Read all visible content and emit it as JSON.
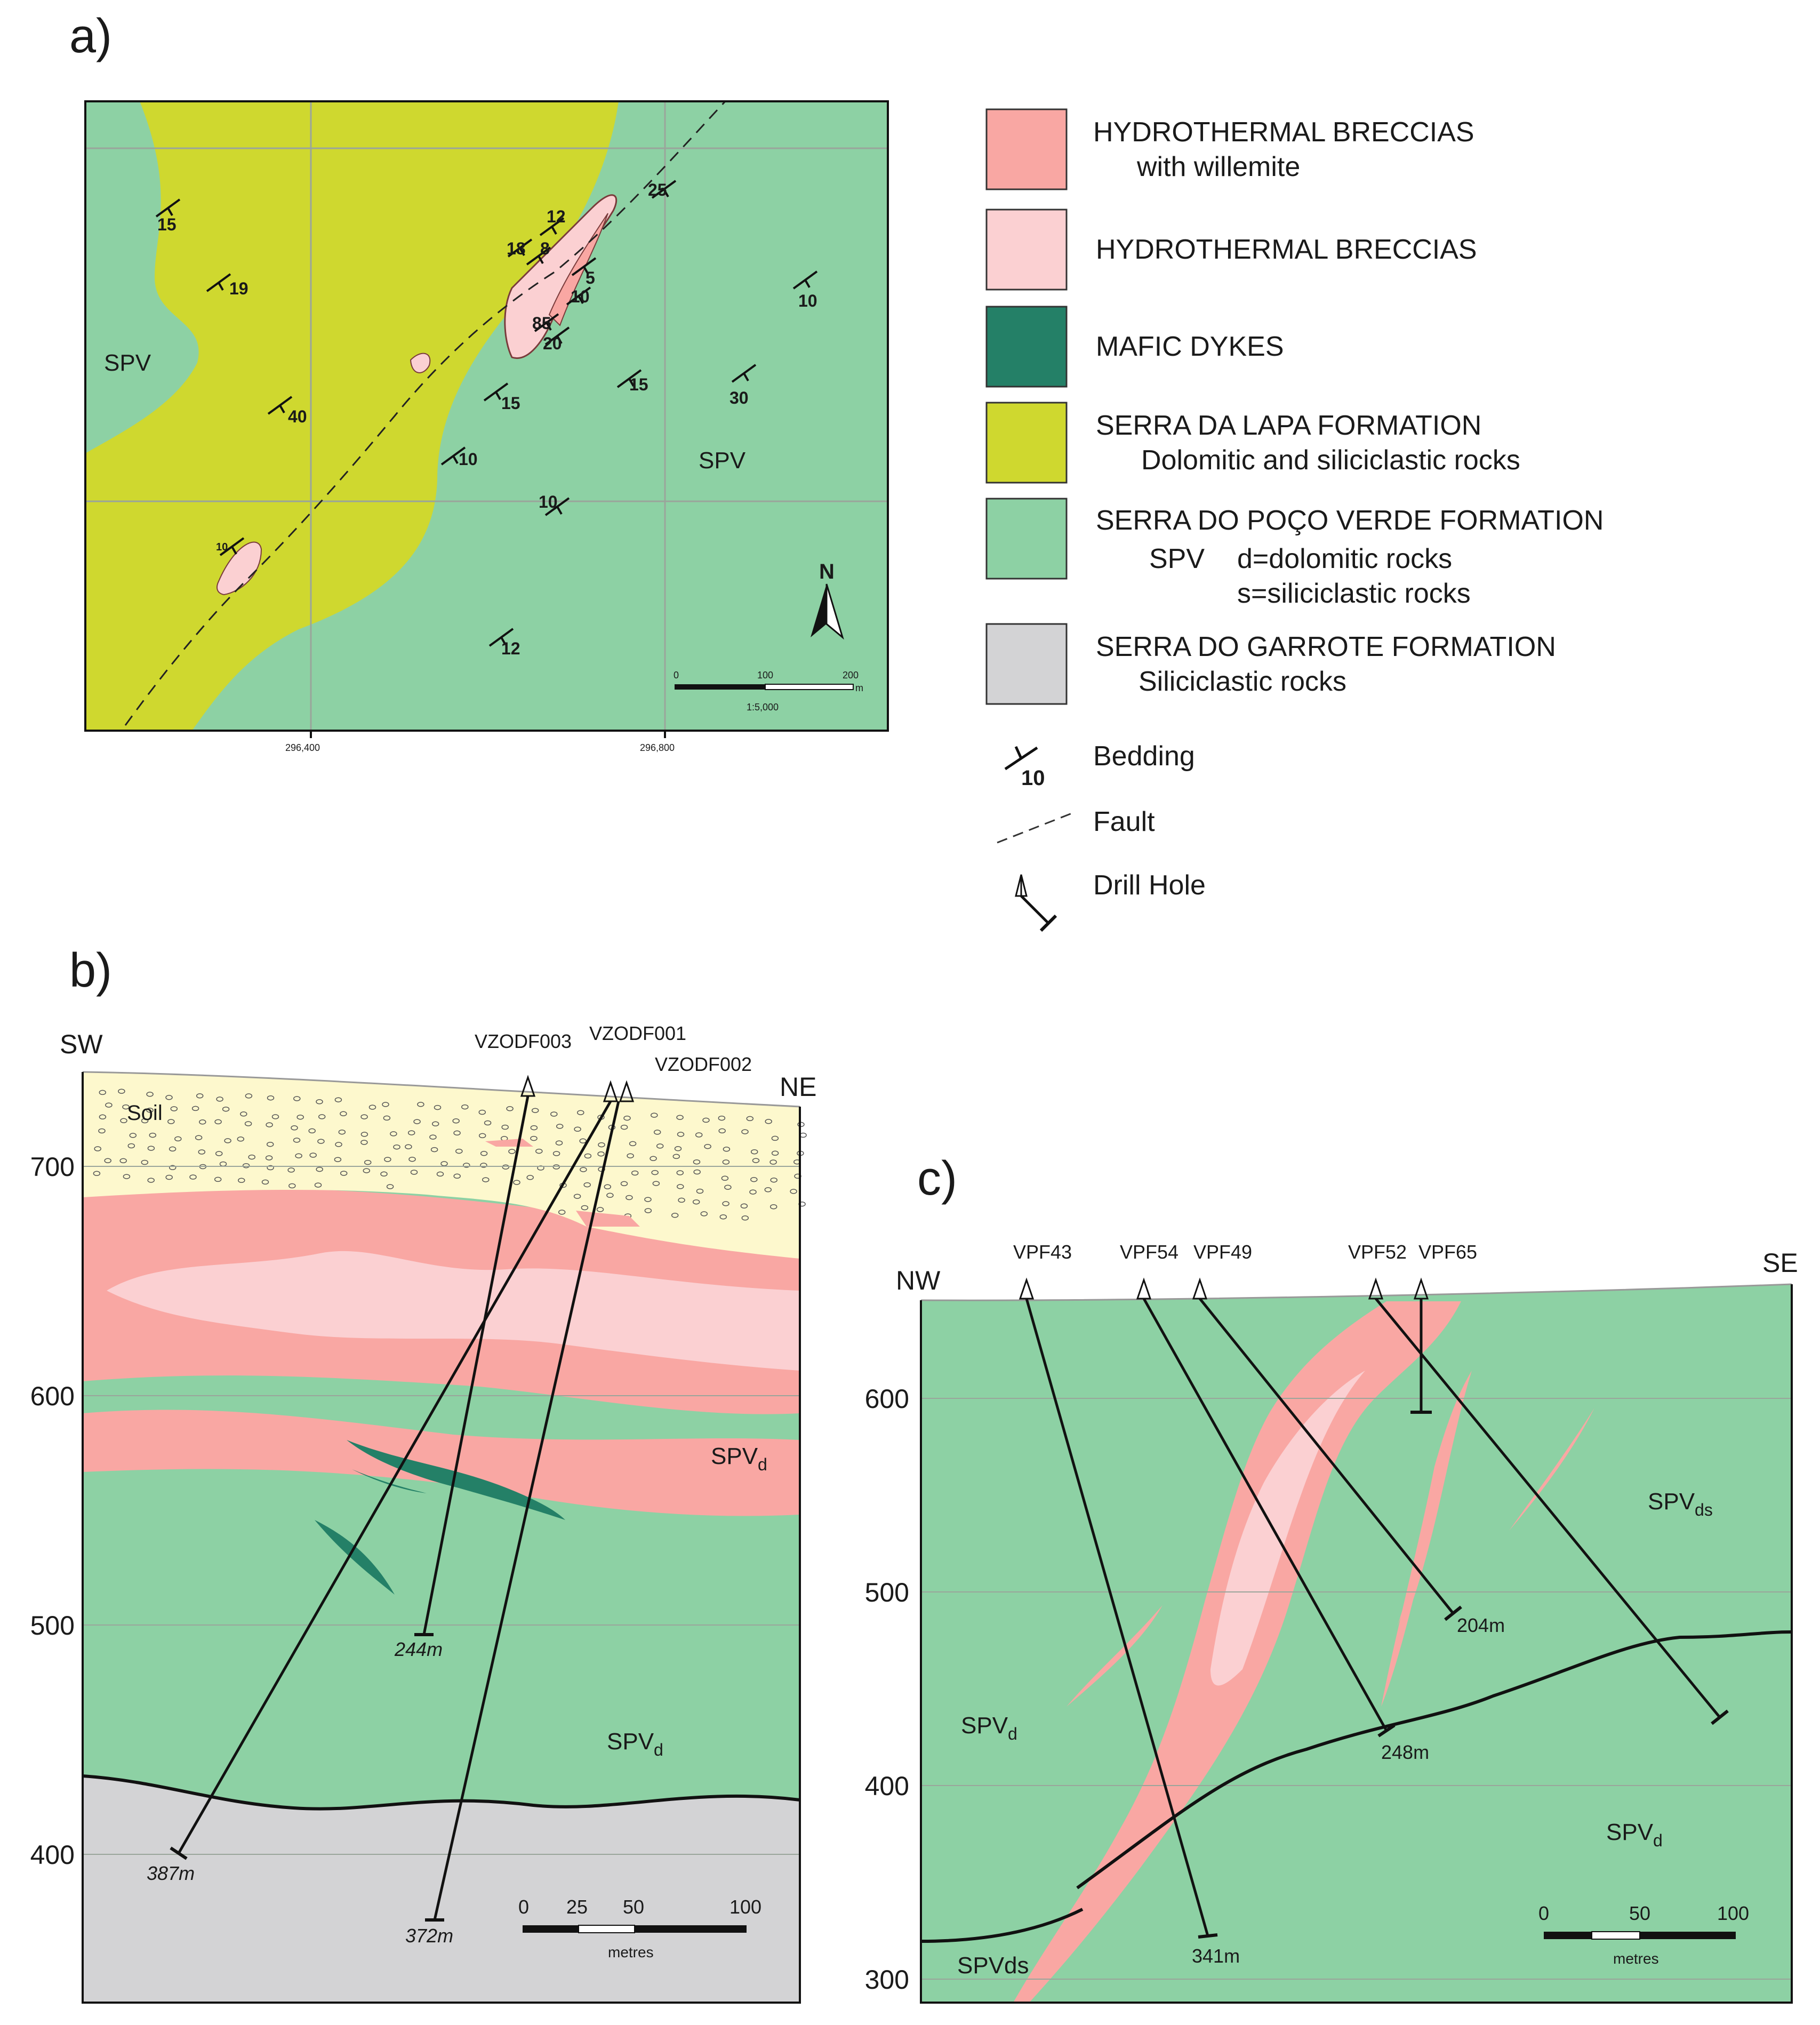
{
  "colors": {
    "breccia_willemite": "#f9a7a3",
    "breccia": "#fbd0d2",
    "mafic_dykes": "#248067",
    "serra_da_lapa": "#cfd82f",
    "serra_do_poco_verde": "#8dd1a4",
    "serra_do_garrote": "#d3d3d5",
    "soil": "#fdf8cd"
  },
  "panel_a": {
    "label": "a)",
    "units": [
      {
        "text": "SPV"
      },
      {
        "text": "SPV"
      }
    ],
    "bedding_dips": [
      "15",
      "19",
      "40",
      "12",
      "18",
      "8",
      "5",
      "10",
      "85",
      "20",
      "25",
      "15",
      "15",
      "10",
      "10",
      "30",
      "10",
      "12",
      "10"
    ],
    "north_label": "N",
    "scale": {
      "ticks": [
        "0",
        "100",
        "200"
      ],
      "unit": "m",
      "ratio": "1:5,000"
    },
    "grid_labels": [
      "296,400",
      "296,800"
    ]
  },
  "legend": {
    "items": [
      {
        "title": "HYDROTHERMAL BRECCIAS",
        "sub": "with willemite"
      },
      {
        "title": "HYDROTHERMAL BRECCIAS",
        "sub": ""
      },
      {
        "title": "MAFIC DYKES",
        "sub": ""
      },
      {
        "title": "SERRA DA LAPA FORMATION",
        "sub": "Dolomitic and siliciclastic rocks"
      },
      {
        "title": "SERRA DO POÇO VERDE FORMATION",
        "sub": "d=dolomitic rocks",
        "prefix": "SPV",
        "sub2": "s=siliciclastic rocks"
      },
      {
        "title": "SERRA DO GARROTE FORMATION",
        "sub": "Siliciclastic rocks"
      }
    ],
    "symbols": [
      {
        "label": "Bedding",
        "value": "10"
      },
      {
        "label": "Fault"
      },
      {
        "label": "Drill Hole"
      }
    ]
  },
  "panel_b": {
    "label": "b)",
    "direction_left": "SW",
    "direction_right": "NE",
    "elevations": [
      "700",
      "600",
      "500",
      "400"
    ],
    "soil_label": "Soil",
    "unit_labels": [
      {
        "text": "SPV",
        "sub": "d"
      },
      {
        "text": "SPV",
        "sub": "d"
      }
    ],
    "drill_holes": [
      {
        "name": "VZODF003",
        "depth": "244m"
      },
      {
        "name": "VZODF001",
        "depth": "387m"
      },
      {
        "name": "VZODF002",
        "depth": "372m"
      }
    ],
    "scale": {
      "ticks": [
        "0",
        "25",
        "50",
        "100"
      ],
      "unit": "metres"
    }
  },
  "panel_c": {
    "label": "c)",
    "direction_left": "NW",
    "direction_right": "SE",
    "elevations": [
      "600",
      "500",
      "400",
      "300"
    ],
    "unit_labels": [
      {
        "text": "SPV",
        "sub": "ds"
      },
      {
        "text": "SPV",
        "sub": "d"
      },
      {
        "text": "SPV",
        "sub": "d"
      },
      {
        "text": "SPVds",
        "sub": ""
      }
    ],
    "drill_holes": [
      {
        "name": "VPF43",
        "depth": "341m"
      },
      {
        "name": "VPF54",
        "depth": "248m"
      },
      {
        "name": "VPF49",
        "depth": "204m"
      },
      {
        "name": "VPF52",
        "depth": ""
      },
      {
        "name": "VPF65",
        "depth": ""
      }
    ],
    "scale": {
      "ticks": [
        "0",
        "50",
        "100"
      ],
      "unit": "metres"
    }
  }
}
